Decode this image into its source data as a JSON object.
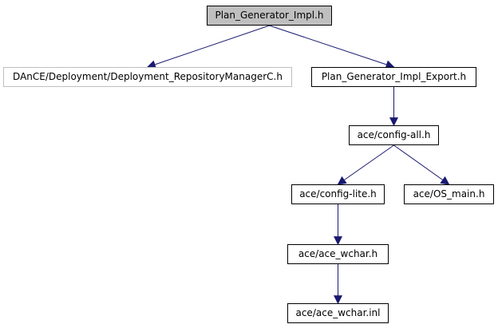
{
  "diagram": {
    "edge_color": "#191970",
    "root_fill": "#bfbfbf",
    "external_border": "#bfbfbf",
    "nodes": {
      "plan_generator_impl_h": "Plan_Generator_Impl.h",
      "repository_manager_h": "DAnCE/Deployment/Deployment_RepositoryManagerC.h",
      "impl_export_h": "Plan_Generator_Impl_Export.h",
      "config_all_h": "ace/config-all.h",
      "config_lite_h": "ace/config-lite.h",
      "os_main_h": "ace/OS_main.h",
      "ace_wchar_h": "ace/ace_wchar.h",
      "ace_wchar_inl": "ace/ace_wchar.inl"
    },
    "edges": [
      [
        "plan_generator_impl_h",
        "repository_manager_h"
      ],
      [
        "plan_generator_impl_h",
        "impl_export_h"
      ],
      [
        "impl_export_h",
        "config_all_h"
      ],
      [
        "config_all_h",
        "config_lite_h"
      ],
      [
        "config_all_h",
        "os_main_h"
      ],
      [
        "config_lite_h",
        "ace_wchar_h"
      ],
      [
        "ace_wchar_h",
        "ace_wchar_inl"
      ]
    ]
  }
}
